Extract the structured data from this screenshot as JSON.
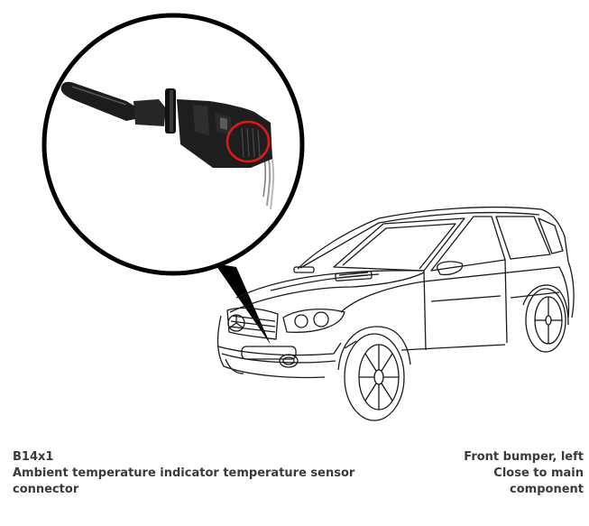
{
  "caption": {
    "code": "B14x1",
    "description_line1": "Ambient temperature indicator temperature sensor",
    "description_line2": "connector",
    "location_line1": "Front bumper, left",
    "location_line2": "Close to main",
    "location_line3": "component"
  },
  "colors": {
    "highlight": "#e01818",
    "line": "#1a1a1a",
    "sensor_body": "#1c1c1c"
  }
}
